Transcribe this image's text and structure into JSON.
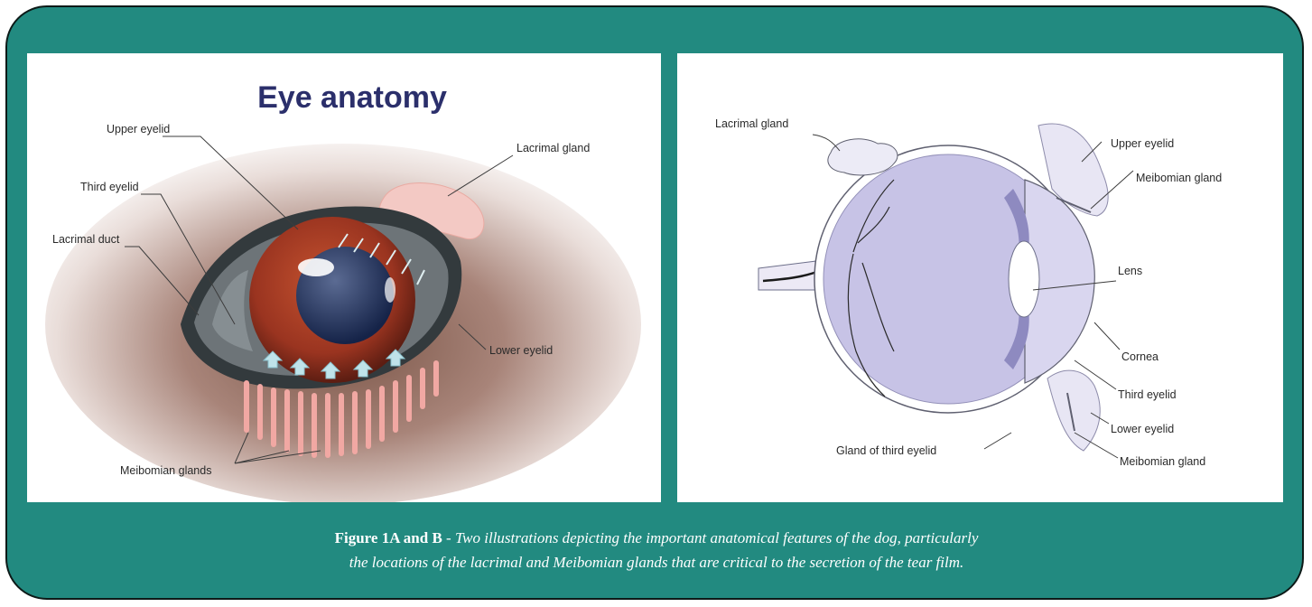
{
  "figure_a": {
    "title": "Eye anatomy",
    "labels": {
      "upper_eyelid": "Upper eyelid",
      "third_eyelid": "Third eyelid",
      "lacrimal_duct": "Lacrimal duct",
      "lacrimal_gland": "Lacrimal gland",
      "lower_eyelid": "Lower eyelid",
      "meibomian_glands": "Meibomian glands"
    }
  },
  "figure_b": {
    "labels": {
      "lacrimal_gland": "Lacrimal gland",
      "upper_eyelid": "Upper eyelid",
      "meibomian_gland_top": "Meibomian gland",
      "lens": "Lens",
      "cornea": "Cornea",
      "third_eyelid": "Third eyelid",
      "lower_eyelid": "Lower eyelid",
      "meibomian_gland_bottom": "Meibomian gland",
      "gland_of_third_eyelid": "Gland of third eyelid"
    }
  },
  "caption": {
    "bold": "Figure 1A and B",
    "separator": " - ",
    "line1": "Two illustrations depicting the important anatomical features of the dog, particularly",
    "line2": "the locations of the lacrimal and Meibomian glands that are critical to the secretion of the tear film."
  },
  "colors": {
    "frame": "#228a80",
    "title": "#2b2f6b",
    "iris": "#9a3420",
    "gland": "#f3b6b0",
    "globe": "#c7c3e6"
  }
}
